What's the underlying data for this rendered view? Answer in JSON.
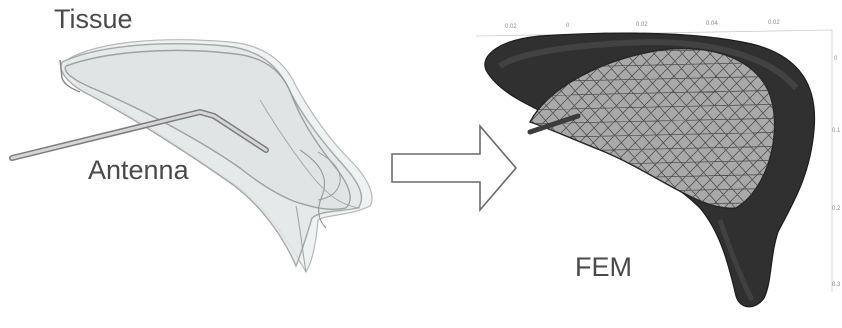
{
  "labels": {
    "tissue": "Tissue",
    "antenna": "Antenna",
    "fem": "FEM"
  },
  "fem_axes": {
    "top_ticks": [
      "0.02",
      "0",
      "0.02",
      "0.04",
      "0.02"
    ],
    "right_ticks": [
      "0",
      "0.1",
      "0.2",
      "0.3"
    ]
  },
  "colors": {
    "label_text": "#4a4a4a",
    "tissue_fill": "#e6eaea",
    "tissue_outline": "#9a9a9a",
    "antenna": "#8c8c8c",
    "mesh_dark": "#2e2e2e",
    "mesh_light": "#a8a8a8",
    "arrow_outline": "#6a6a6a"
  }
}
